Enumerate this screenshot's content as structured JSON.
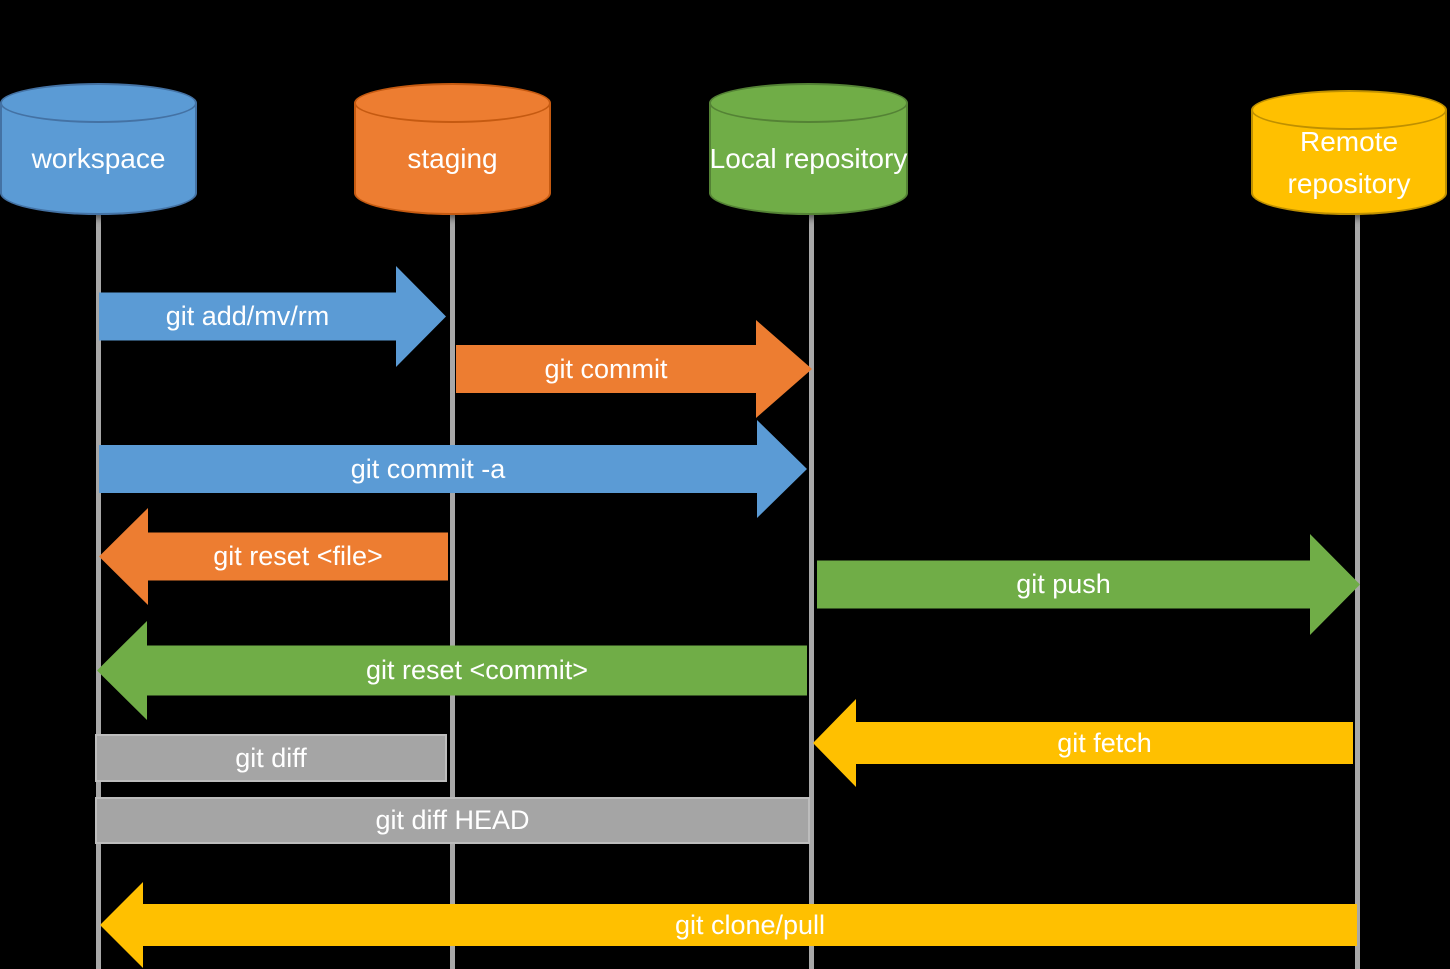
{
  "theme": {
    "background": "#000000",
    "text": "#FFFFFF",
    "line": "#A8A8A8",
    "blue": "#5B9BD5",
    "blue_border": "#4472A4",
    "orange": "#ED7D31",
    "orange_border": "#C55A11",
    "green": "#70AD47",
    "green_border": "#548235",
    "yellow": "#FFC000",
    "yellow_border": "#BF9000",
    "gray": "#A5A5A5",
    "bar_border": "#BDBDBD"
  },
  "nodes": [
    {
      "id": "workspace",
      "label": "workspace",
      "color": "blue"
    },
    {
      "id": "staging",
      "label": "staging",
      "color": "orange"
    },
    {
      "id": "local",
      "label": "Local repository",
      "color": "green"
    },
    {
      "id": "remote",
      "label": "Remote repository",
      "color": "yellow"
    }
  ],
  "arrows": [
    {
      "label": "git add/mv/rm",
      "from": "workspace",
      "to": "staging",
      "color": "blue",
      "shape": "arrow-right"
    },
    {
      "label": "git commit",
      "from": "staging",
      "to": "local",
      "color": "orange",
      "shape": "arrow-right"
    },
    {
      "label": "git commit -a",
      "from": "workspace",
      "to": "local",
      "color": "blue",
      "shape": "arrow-right"
    },
    {
      "label": "git reset <file>",
      "from": "staging",
      "to": "workspace",
      "color": "orange",
      "shape": "arrow-left"
    },
    {
      "label": "git push",
      "from": "local",
      "to": "remote",
      "color": "green",
      "shape": "arrow-right"
    },
    {
      "label": "git reset <commit>",
      "from": "local",
      "to": "workspace",
      "color": "green",
      "shape": "arrow-left"
    },
    {
      "label": "git fetch",
      "from": "remote",
      "to": "local",
      "color": "yellow",
      "shape": "arrow-left"
    },
    {
      "label": "git diff",
      "from": "workspace",
      "to": "staging",
      "color": "gray",
      "shape": "bar"
    },
    {
      "label": "git diff HEAD",
      "from": "workspace",
      "to": "local",
      "color": "gray",
      "shape": "bar"
    },
    {
      "label": "git clone/pull",
      "from": "remote",
      "to": "workspace",
      "color": "yellow",
      "shape": "arrow-left"
    }
  ]
}
